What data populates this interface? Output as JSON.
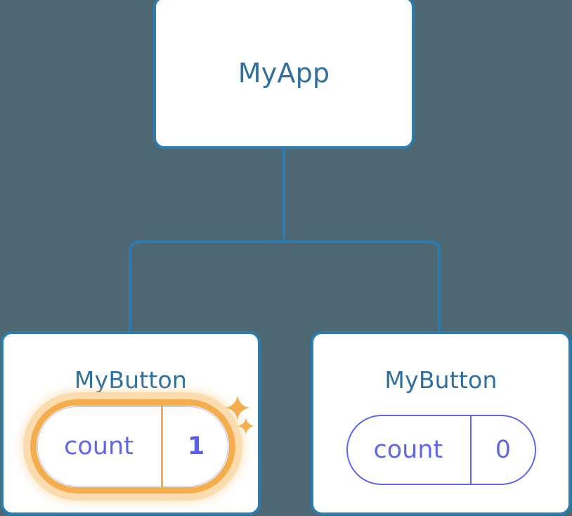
{
  "diagram": {
    "type": "component-tree",
    "background_color": "#4d6873",
    "accent_border_color": "#2d7cae",
    "title_text_color": "#2f6f9e",
    "prop_text_color": "#6067e8",
    "highlight_color": "#f5ae4e",
    "highlight_glow_color": "#fbdcae",
    "root": {
      "label": "MyApp"
    },
    "children": [
      {
        "label": "MyButton",
        "prop": {
          "key": "count",
          "value": "1"
        },
        "highlighted": true,
        "sparkle_icons": [
          "sparkle-four-point-icon",
          "sparkle-four-point-small-icon"
        ]
      },
      {
        "label": "MyButton",
        "prop": {
          "key": "count",
          "value": "0"
        },
        "highlighted": false,
        "sparkle_icons": []
      }
    ],
    "connectors": {
      "style": "orthogonal-rounded",
      "color": "#2d7cae",
      "stroke_width": "4"
    }
  }
}
